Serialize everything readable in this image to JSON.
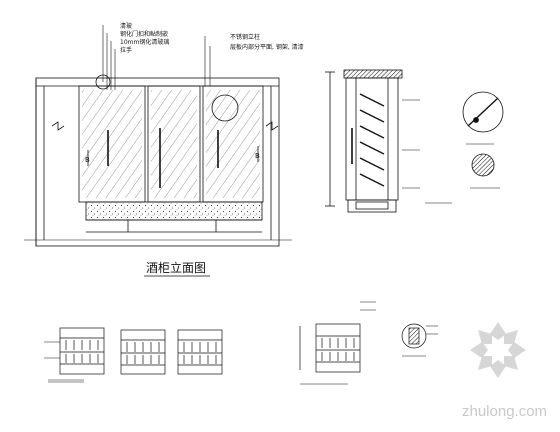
{
  "sheet": {
    "main_title": "酒柜立面图",
    "section_mark": "B",
    "callouts": [
      "清玻",
      "钢化门扣和鲇制嵌",
      "10mm钢化清玻璃",
      "拉手",
      "不锈钢立柱",
      "层板内部分平面, 钢架, 清漆"
    ],
    "watermark": "zhulong.com"
  },
  "colors": {
    "line": "#111111",
    "hatch": "#333333",
    "watermark": "#c9c9c9"
  }
}
